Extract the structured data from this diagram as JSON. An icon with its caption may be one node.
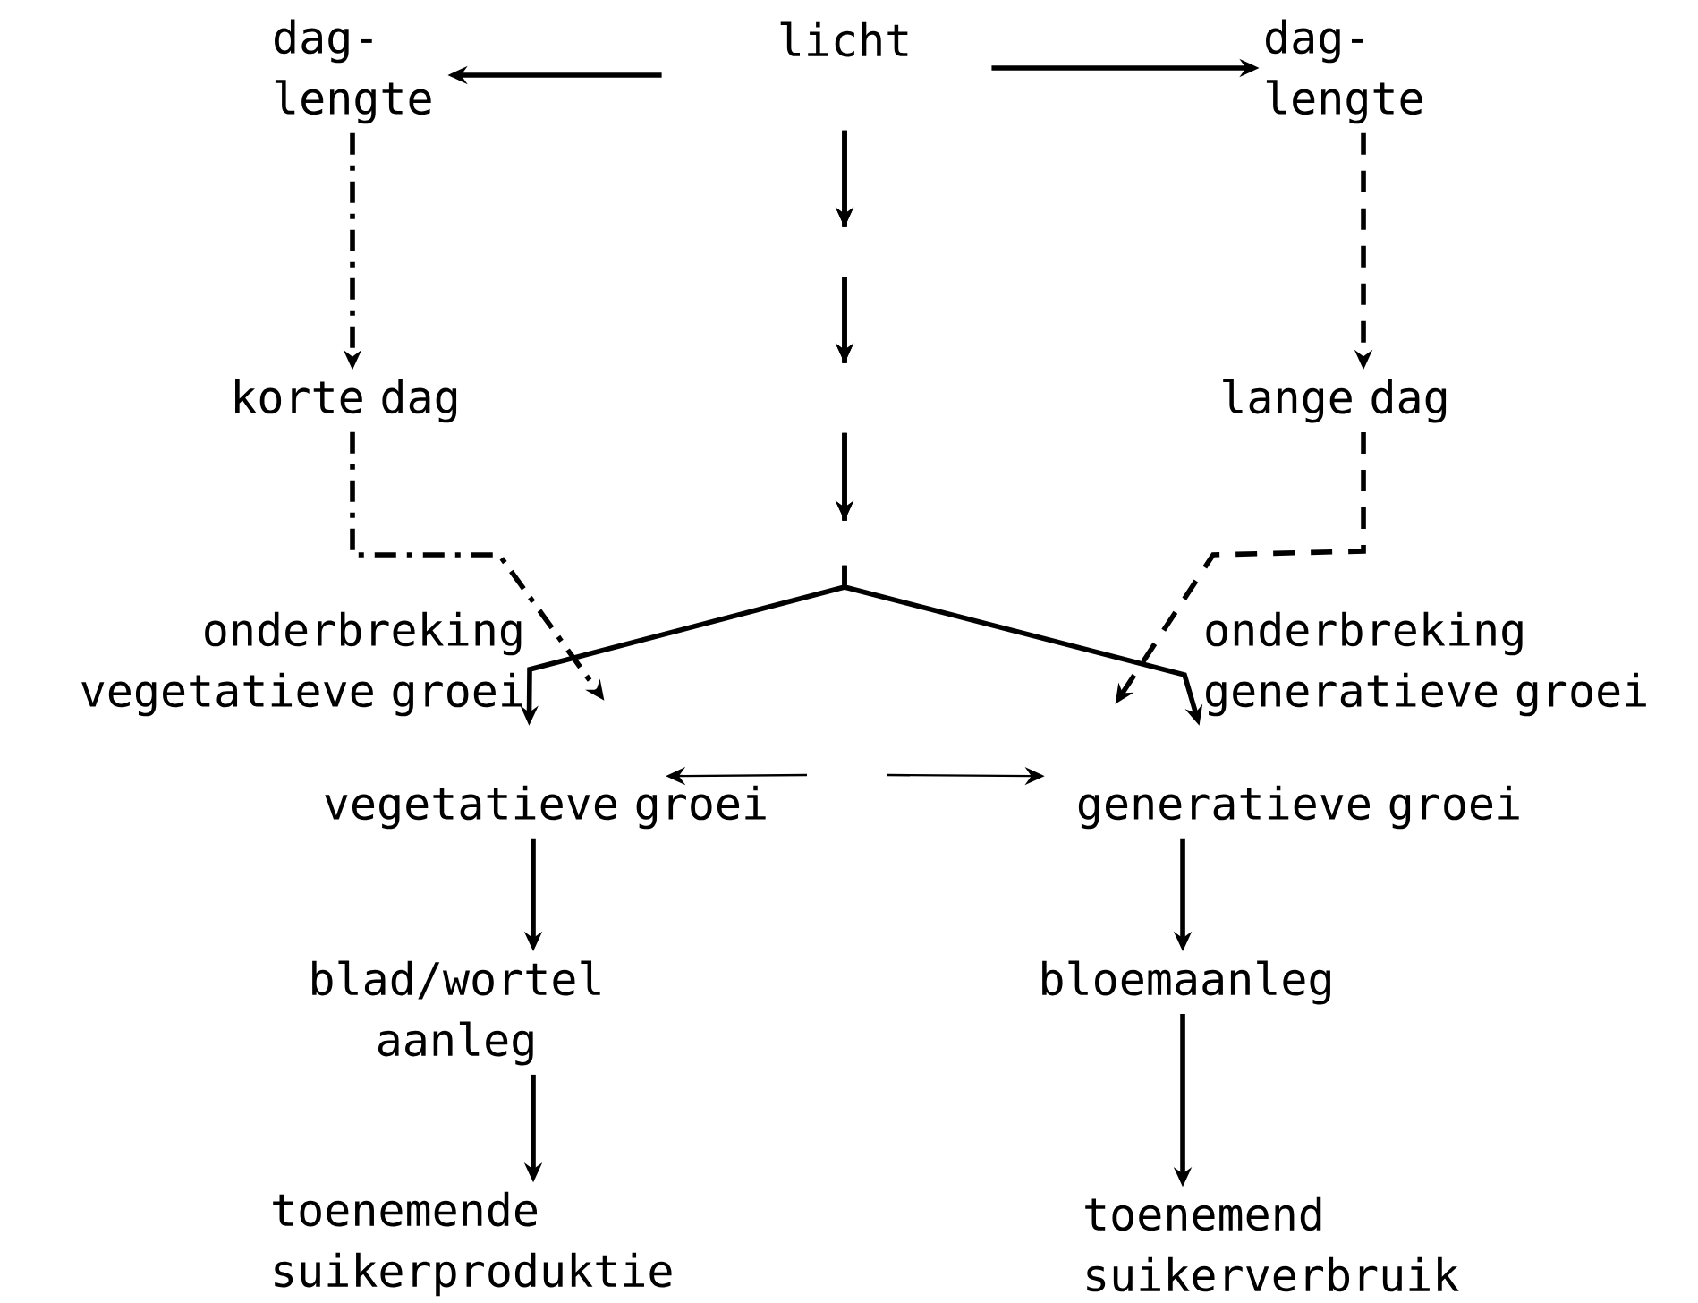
{
  "diagram": {
    "nodes": [
      {
        "text": [
          "dag- lengte"
        ]
      },
      {
        "text": [
          "licht"
        ]
      },
      {
        "text": [
          "dag- lengte"
        ]
      },
      {
        "text": [
          "korte dag"
        ]
      },
      {
        "text": [
          "lange dag"
        ]
      },
      {
        "text": [
          "onderbreking vegetatieve groei"
        ]
      },
      {
        "text": [
          "onderbreking generatieve groei"
        ]
      },
      {
        "text": [
          "vegetatieve groei"
        ]
      },
      {
        "text": [
          "generatieve groei"
        ]
      },
      {
        "text": [
          "blad/wortel aanleg"
        ]
      },
      {
        "text": [
          "bloemaanleg"
        ]
      },
      {
        "text": [
          "toenemende suikerproduktie"
        ]
      },
      {
        "text": [
          "toenemend suikerverbruik"
        ]
      }
    ],
    "edges": [
      {
        "from": 1,
        "to": 0,
        "arrow": "to"
      },
      {
        "from": 1,
        "to": 2,
        "arrow": "to"
      },
      {
        "from": 0,
        "to": 3,
        "arrow": "to",
        "style": "dashed"
      },
      {
        "from": 2,
        "to": 4,
        "arrow": "to",
        "style": "dashed"
      },
      {
        "from": 1,
        "to": 5,
        "arrow": "to",
        "style": "dashed"
      },
      {
        "from": 1,
        "to": 6,
        "arrow": "to",
        "style": "dashed"
      },
      {
        "from": 3,
        "to": 5,
        "arrow": "to",
        "style": "dashed"
      },
      {
        "from": 4,
        "to": 6,
        "arrow": "to",
        "style": "dashed"
      },
      {
        "from": null,
        "to": 7,
        "arrow": "to"
      },
      {
        "from": null,
        "to": 8,
        "arrow": "to"
      },
      {
        "from": 7,
        "to": 9,
        "arrow": "to"
      },
      {
        "from": 9,
        "to": 11,
        "arrow": "to"
      },
      {
        "from": 8,
        "to": 10,
        "arrow": "to"
      },
      {
        "from": 10,
        "to": 12,
        "arrow": "to"
      }
    ]
  }
}
